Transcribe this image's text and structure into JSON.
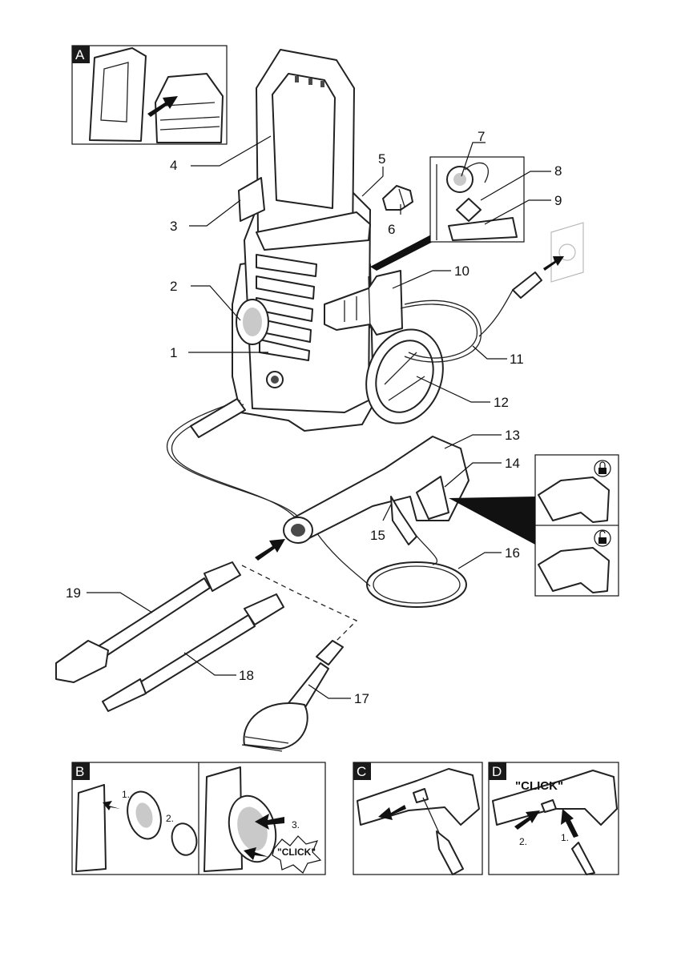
{
  "callouts": {
    "c1": "1",
    "c2": "2",
    "c3": "3",
    "c4": "4",
    "c5": "5",
    "c6": "6",
    "c7": "7",
    "c8": "8",
    "c9": "9",
    "c10": "10",
    "c11": "11",
    "c12": "12",
    "c13": "13",
    "c14": "14",
    "c15": "15",
    "c16": "16",
    "c17": "17",
    "c18": "18",
    "c19": "19"
  },
  "panels": {
    "a": {
      "badge": "A"
    },
    "b": {
      "badge": "B",
      "step1": "1.",
      "step2": "2.",
      "step3": "3.",
      "click": "\"CLICK\""
    },
    "c": {
      "badge": "C"
    },
    "d": {
      "badge": "D",
      "step1": "1.",
      "step2": "2.",
      "click": "\"CLICK\""
    }
  },
  "colors": {
    "line": "#222222",
    "badge": "#1a1a1a",
    "shade": "#c9c9c9"
  },
  "icons": [
    "lock-icon",
    "unlock-icon",
    "arrow-icon",
    "wall-socket-icon"
  ]
}
